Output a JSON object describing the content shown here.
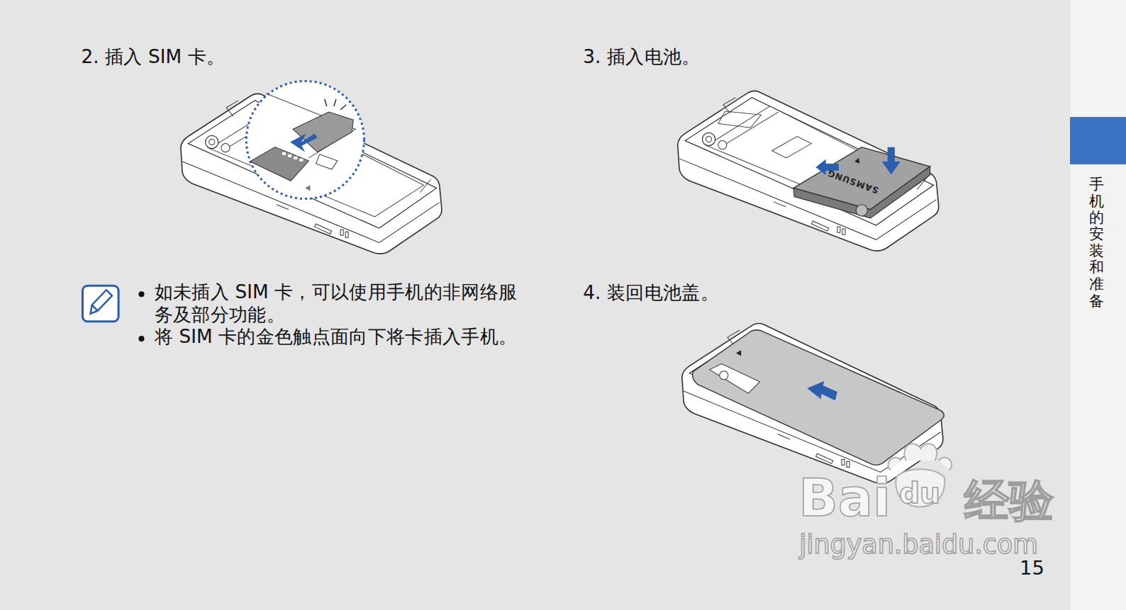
{
  "diagram": {
    "labels": [
      "2. 插入 SIM 卡。",
      "3. 插入电池。",
      "4. 装回电池盖。",
      "如未插入 SIM 卡，可以使用手机的非网络服务及部分功能。",
      "将 SIM 卡的金色触点面向下将卡插入手机。",
      "手机的安装和准备",
      "15",
      "SAMSUNG",
      "Bai",
      "du",
      "经验",
      "jingyan.baidu.com"
    ]
  }
}
